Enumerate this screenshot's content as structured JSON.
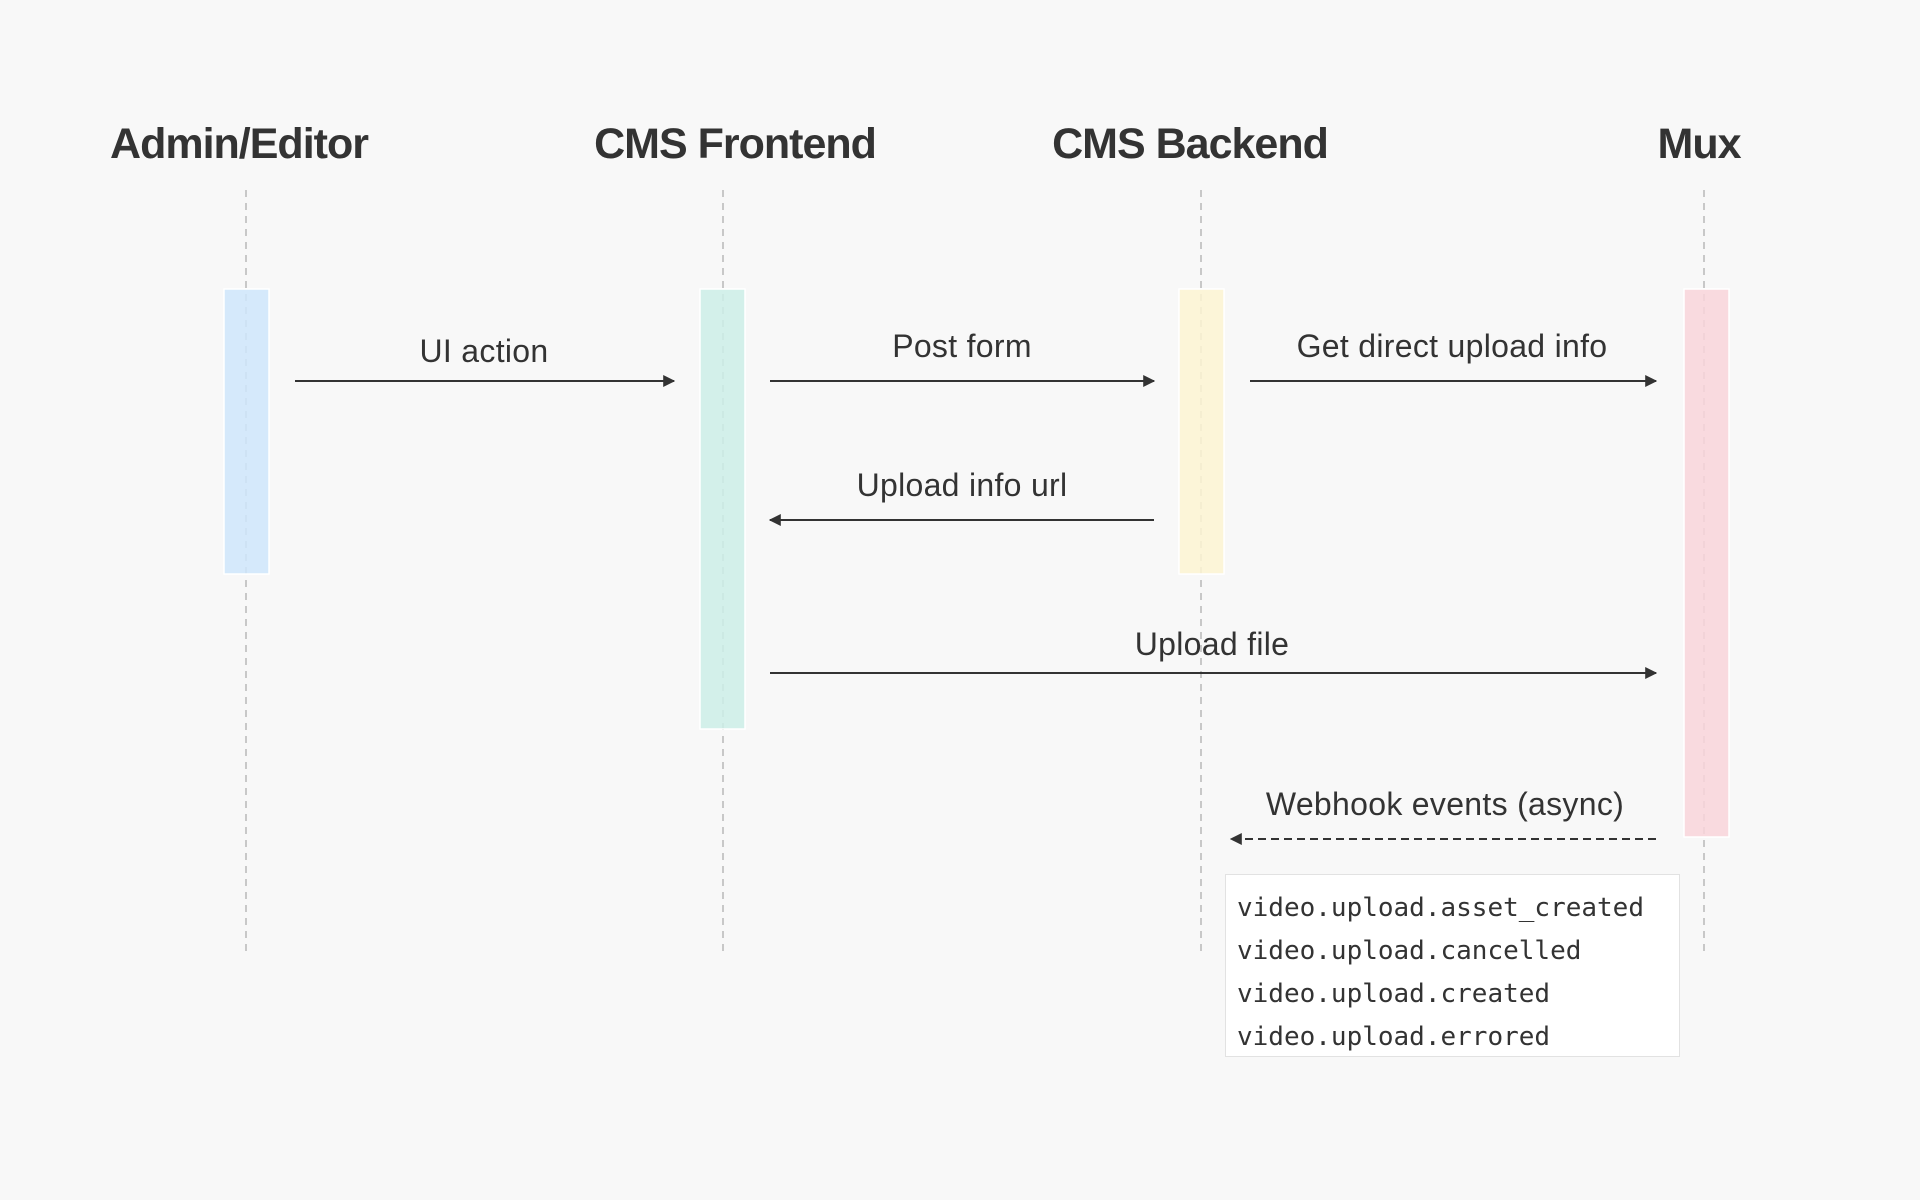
{
  "actors": [
    {
      "id": "admin",
      "label": "Admin/Editor",
      "color": "#cfe6fb"
    },
    {
      "id": "frontend",
      "label": "CMS Frontend",
      "color": "#cdeee7"
    },
    {
      "id": "backend",
      "label": "CMS Backend",
      "color": "#fdf4d2"
    },
    {
      "id": "mux",
      "label": "Mux",
      "color": "#f9d5da"
    }
  ],
  "messages": [
    {
      "label": "UI action",
      "from": "admin",
      "to": "frontend",
      "style": "solid"
    },
    {
      "label": "Post form",
      "from": "frontend",
      "to": "backend",
      "style": "solid"
    },
    {
      "label": "Get direct upload info",
      "from": "backend",
      "to": "mux",
      "style": "solid"
    },
    {
      "label": "Upload info url",
      "from": "backend",
      "to": "frontend",
      "style": "solid"
    },
    {
      "label": "Upload file",
      "from": "frontend",
      "to": "mux",
      "style": "solid"
    },
    {
      "label": "Webhook events (async)",
      "from": "mux",
      "to": "backend",
      "style": "dashed"
    }
  ],
  "webhook_events": [
    "video.upload.asset_created",
    "video.upload.cancelled",
    "video.upload.created",
    "video.upload.errored"
  ],
  "colors": {
    "text": "#333333",
    "lifeline": "#c8c8c8",
    "arrow": "#333333",
    "background": "#f8f8f8"
  }
}
